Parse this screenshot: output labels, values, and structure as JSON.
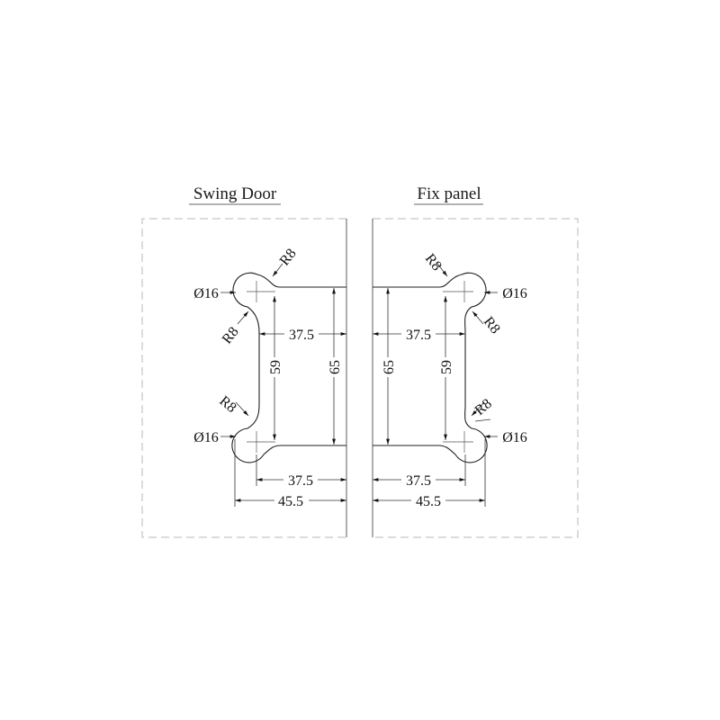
{
  "drawing": {
    "views": [
      {
        "id": "swing-door",
        "title": "Swing Door",
        "labels": {
          "dia_top": "Ø16",
          "dia_bottom": "Ø16",
          "r_top_outer": "R8",
          "r_top_inner": "R8",
          "r_bottom_inner": "R8",
          "width_inner_top": "37.5",
          "height_centers": "59",
          "height_total": "65",
          "width_inner_bottom": "37.5",
          "width_total": "45.5"
        }
      },
      {
        "id": "fix-panel",
        "title": "Fix panel",
        "labels": {
          "dia_top": "Ø16",
          "dia_bottom": "Ø16",
          "r_top_outer": "R8",
          "r_top_inner": "R8",
          "r_bottom_inner": "R8",
          "width_inner_top": "37.5",
          "height_centers": "59",
          "height_total": "65",
          "width_inner_bottom": "37.5",
          "width_total": "45.5"
        }
      }
    ],
    "colors": {
      "line": "#222222",
      "dashed_outline": "#b8b8b8",
      "background": "#ffffff"
    }
  }
}
